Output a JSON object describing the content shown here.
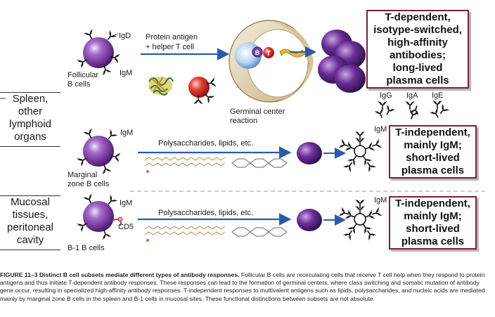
{
  "rows": {
    "spleen_label": [
      "Spleen,",
      "other",
      "lymphoid",
      "organs"
    ],
    "mucosal_label": [
      "Mucosal",
      "tissues,",
      "peritoneal",
      "cavity"
    ]
  },
  "follicular": {
    "igd": "IgD",
    "igm": "IgM",
    "cell_label": [
      "Follicular",
      "B cells"
    ],
    "arrow_label": [
      "Protein antigen",
      "+ helper T cell"
    ],
    "gc_label": [
      "Germinal center",
      "reaction"
    ],
    "b_letter": "B",
    "t_letter": "T",
    "result": [
      "T-dependent,",
      "isotype-switched,",
      "high-affinity",
      "antibodies;",
      "long-lived",
      "plasma cells"
    ],
    "isotypes": [
      "IgG",
      "IgA",
      "IgE"
    ]
  },
  "marginal": {
    "igm": "IgM",
    "cell_label": [
      "Marginal",
      "zone B cells"
    ],
    "arrow_label": "Polysaccharides, lipids, etc.",
    "product_igm": "IgM",
    "result": [
      "T-independent,",
      "mainly IgM;",
      "short-lived",
      "plasma cells"
    ]
  },
  "b1": {
    "igm": "IgM",
    "cd5": "CD5",
    "cell_label": "B-1 B cells",
    "arrow_label": "Polysaccharides, lipids, etc.",
    "product_igm": "IgM",
    "result": [
      "T-independent,",
      "mainly IgM;",
      "short-lived",
      "plasma cells"
    ]
  },
  "caption": {
    "bold": "FIGURE 11–3 Distinct B cell subsets mediate different types of antibody responses.",
    "text": " Follicular B cells are recirculating cells that receive T cell help when they respond to protein antigens and thus initiate T-dependent antibody responses. These responses can lead to the formation of germinal centers, where class switching and somatic mutation of antibody gene occur, resulting in specialized high-affinity antibody responses. T-independent responses to multivalent antigens such as lipids, polysaccharides, and nucleic acids are mediated mainly by marginal zone B cells in the spleen and B-1 cells in mucosal sites. These functional distinctions between subsets are not absolute."
  },
  "colors": {
    "cell_purple": "#6b2f8f",
    "plasma_purple": "#4a1f6e",
    "box_border": "#7a1f3d",
    "arrow_blue": "#2c5aa8",
    "t_cell_red": "#c62828",
    "germinal_tan": "#e9dcc0"
  }
}
